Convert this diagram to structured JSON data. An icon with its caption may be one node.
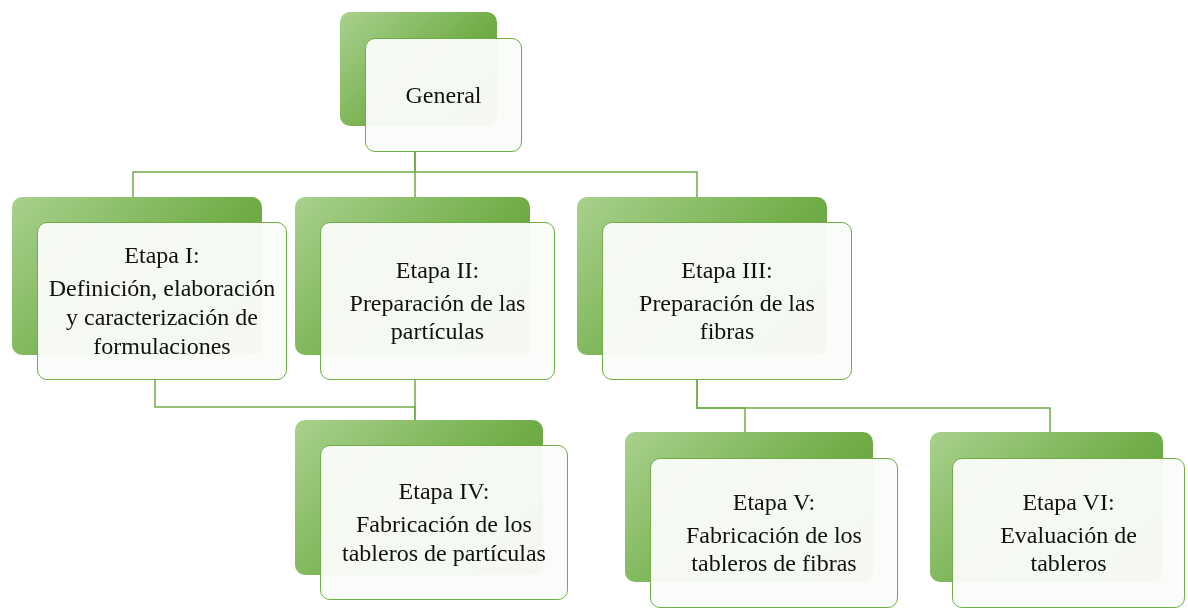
{
  "diagram": {
    "nodes": [
      {
        "text": [
          "General"
        ]
      },
      {
        "text": [
          "Etapa I:",
          "Definición, elaboración y caracterización de formulaciones"
        ]
      },
      {
        "text": [
          "Etapa II:",
          "Preparación de las partículas"
        ]
      },
      {
        "text": [
          "Etapa III:",
          "Preparación de las fibras"
        ]
      },
      {
        "text": [
          "Etapa IV:",
          "Fabricación de los tableros de partículas"
        ]
      },
      {
        "text": [
          "Etapa V:",
          "Fabricación de los tableros de fibras"
        ]
      },
      {
        "text": [
          "Etapa VI:",
          "Evaluación de tableros"
        ]
      }
    ],
    "edges": [
      {
        "from": 0,
        "to": 1,
        "arrow": "none"
      },
      {
        "from": 0,
        "to": 2,
        "arrow": "none"
      },
      {
        "from": 0,
        "to": 3,
        "arrow": "none"
      },
      {
        "from": 1,
        "to": 4,
        "arrow": "none"
      },
      {
        "from": 2,
        "to": 4,
        "arrow": "none"
      },
      {
        "from": 3,
        "to": 5,
        "arrow": "none"
      },
      {
        "from": 3,
        "to": 6,
        "arrow": "none"
      }
    ]
  }
}
